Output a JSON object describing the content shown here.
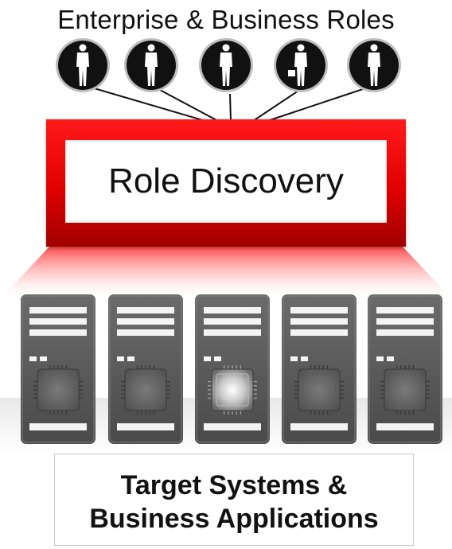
{
  "top_label": "Enterprise & Business Roles",
  "center_label": "Role Discovery",
  "bottom_label_line1": "Target Systems &",
  "bottom_label_line2": "Business Applications",
  "colors": {
    "accent_red": "#e00000",
    "server": "#5a5a5a",
    "figure_bg": "#111111"
  },
  "icons": [
    "person-icon",
    "person-icon",
    "person-icon",
    "businessman-briefcase-icon",
    "person-icon"
  ],
  "servers": 5
}
